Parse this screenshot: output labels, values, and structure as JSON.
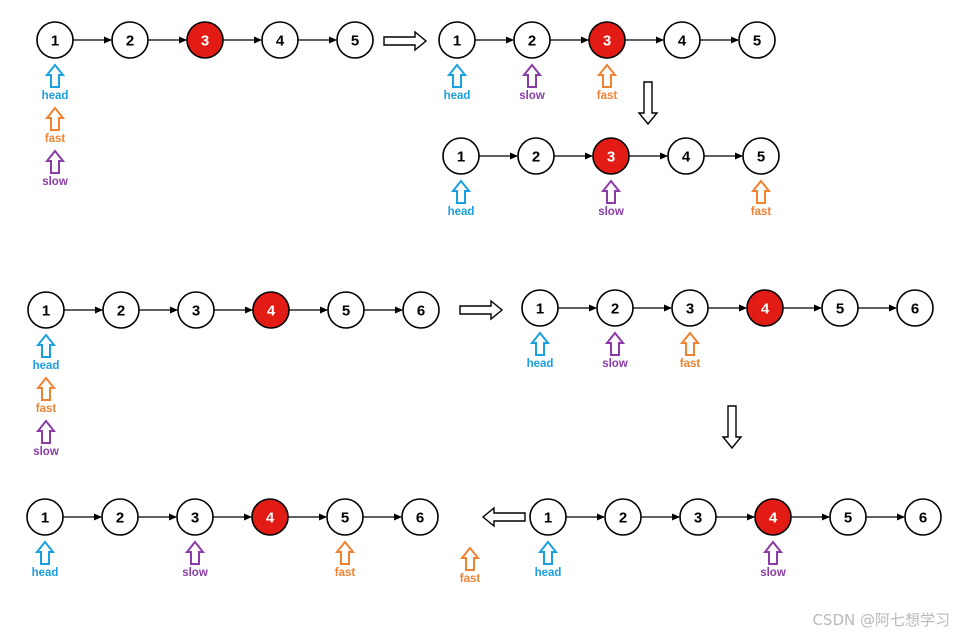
{
  "colors": {
    "head": "#1aa0e0",
    "fast": "#f08232",
    "slow": "#8c3ca8",
    "middle": "#e21b14",
    "stroke": "#000000",
    "node_fill": "#ffffff"
  },
  "pointer_labels": {
    "head": "head",
    "fast": "fast",
    "slow": "slow"
  },
  "rows": [
    {
      "id": "odd-initial",
      "nodes": [
        "1",
        "2",
        "3",
        "4",
        "5"
      ],
      "middle_index": 2,
      "pointers": {
        "head": [
          0
        ],
        "fast": [
          0
        ],
        "slow": [
          0
        ]
      }
    },
    {
      "id": "odd-step-1",
      "nodes": [
        "1",
        "2",
        "3",
        "4",
        "5"
      ],
      "middle_index": 2,
      "pointers": {
        "head": [
          0
        ],
        "slow": [
          1
        ],
        "fast": [
          2
        ]
      }
    },
    {
      "id": "odd-step-2",
      "nodes": [
        "1",
        "2",
        "3",
        "4",
        "5"
      ],
      "middle_index": 2,
      "pointers": {
        "head": [
          0
        ],
        "slow": [
          2
        ],
        "fast": [
          4
        ]
      }
    },
    {
      "id": "even-initial",
      "nodes": [
        "1",
        "2",
        "3",
        "4",
        "5",
        "6"
      ],
      "middle_index": 3,
      "pointers": {
        "head": [
          0
        ],
        "fast": [
          0
        ],
        "slow": [
          0
        ]
      }
    },
    {
      "id": "even-step-1",
      "nodes": [
        "1",
        "2",
        "3",
        "4",
        "5",
        "6"
      ],
      "middle_index": 3,
      "pointers": {
        "head": [
          0
        ],
        "slow": [
          1
        ],
        "fast": [
          2
        ]
      }
    },
    {
      "id": "even-step-2",
      "nodes": [
        "1",
        "2",
        "3",
        "4",
        "5",
        "6"
      ],
      "middle_index": 3,
      "pointers": {
        "head": [
          0
        ],
        "slow": [
          2
        ],
        "fast": [
          4
        ]
      }
    },
    {
      "id": "even-step-3",
      "nodes": [
        "1",
        "2",
        "3",
        "4",
        "5",
        "6"
      ],
      "middle_index": 3,
      "pointers": {
        "head": [
          0
        ],
        "slow": [
          3
        ],
        "fast": [
          -1
        ]
      }
    }
  ],
  "watermark": "CSDN @阿七想学习"
}
